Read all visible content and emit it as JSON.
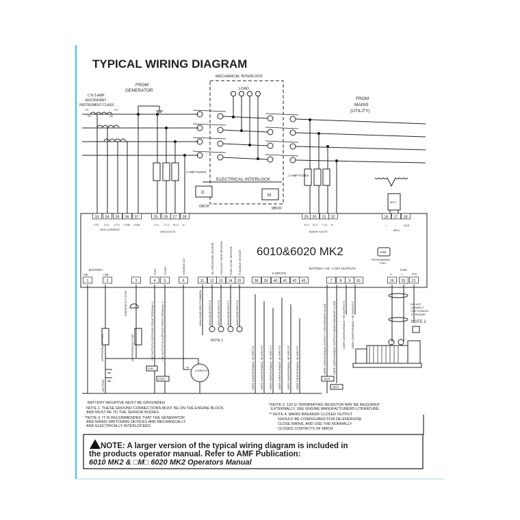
{
  "title": "TYPICAL WIRING DIAGRAM",
  "generator": {
    "from_line1": "FROM",
    "from_line2": "GENERATOR",
    "ct_line1": "CTs 5 AMP",
    "ct_line2": "SECONDARY",
    "ct_line3": "INSTRUMENT CLASS",
    "p1": "P1",
    "p2": "P2",
    "s1": "S1",
    "s2": "S2"
  },
  "interlock": {
    "mechanical": "MECHANICAL INTERLOCK",
    "load": "LOAD",
    "electrical": "ELECTRICAL INTERLOCK",
    "g": "G",
    "m": "M",
    "gbcr": "GBCR",
    "mbcr": "MBCR"
  },
  "mains": {
    "line1": "FROM",
    "line2": "MAINS",
    "line3": "(UTILITY)"
  },
  "fuses": {
    "gen": "2 AMP FUSES",
    "mains": "2 AMP FUSES"
  },
  "mpu": {
    "label": "MPU",
    "plus": "+",
    "minus": "-",
    "scr": "SCR"
  },
  "controller": {
    "model": "6010&6020 MK2",
    "usb": "USB",
    "port_line1": "PROGRAMMING",
    "port_line2": "PORT",
    "top_terminals": [
      "33",
      "34",
      "35",
      "36",
      "37",
      "25",
      "26",
      "27",
      "28",
      "29",
      "30",
      "31",
      "32",
      "16",
      "17",
      "18"
    ],
    "ct_terms": [
      "CT1",
      "CT2",
      "CT3",
      "COM",
      "COM"
    ],
    "gen_current": "GEN CURRENT",
    "gen_phase_terms": [
      "V L1",
      "V L2",
      "W L3",
      "N"
    ],
    "gen_volts": "GEN VOLTS",
    "mains_phase_terms": [
      "R L1",
      "S L2",
      "T L3",
      "N"
    ],
    "mains_volts": "MAINS VOLTS",
    "bottom_terminals": [
      "1",
      "2",
      "3",
      "4",
      "5",
      "6",
      "11",
      "12",
      "13",
      "14",
      "15",
      "38",
      "39",
      "40",
      "41",
      "42",
      "43",
      "7",
      "8",
      "9",
      "10",
      "19",
      "20",
      "21"
    ],
    "battery": "BATTERY",
    "neg": "-VE",
    "pos": "+VE",
    "fuel": "FUEL",
    "start": "START",
    "charge_alt": "CHARGE ALT",
    "oil_pressure": "OIL PRESSURE SENSOR",
    "coolant_temp": "COOLANT TEMP SENSOR",
    "fuel_level": "FUEL LEVEL SENSOR",
    "flexible": "FLEXIBLE SENSOR",
    "inputs": "6 INPUTS",
    "battery_pos": "BATTERY +VE",
    "fet_outputs": "4 FET OUTPUTS",
    "can": "CAN",
    "can_terms": [
      "H",
      "L",
      "SCR"
    ]
  },
  "lower": {
    "fuse1": "APPROPRIATE FUSE",
    "fuse2": "APPROPRIATE FUSE",
    "emergency_stop": "EMERGENCY STOP",
    "battery": "BATTERY",
    "out_a": "+VE OUTPUT A SUPPLIED FROM TERMINAL 3",
    "out_b": "+VE OUTPUT B SUPPLIED FROM TERMINAL 3",
    "fuel_box": "FUEL",
    "start_box": "START",
    "wl": "WL",
    "charge_alt": "CHARGE ALT",
    "analogue": [
      "ANALOGUE INPUT COMMON",
      "ANALOGUE INPUT A",
      "ANALOGUE INPUT B",
      "ANALOGUE INPUT C",
      "ANALOGUE INPUT D"
    ],
    "note1": "NOTE 1",
    "user_inputs": [
      "USER CONFIGURABLE -VE INPUT A",
      "USER CONFIGURABLE -VE INPUT B",
      "USER CONFIGURABLE -VE INPUT C",
      "USER CONFIGURABLE -VE INPUT D",
      "USER CONFIGURABLE -VE INPUT E",
      "USER CONFIGURABLE -VE INPUT F"
    ],
    "user_outputs": [
      "USER CONFIGURABLE OUTPUT C GEN BREAKER CLOSE",
      "USER CONFIGURABLE OUTPUT D MAINS BREAKER CLOSE",
      "USER CONFIGURABLE +VE OUTPUT E",
      "USER CONFIGURABLE +VE OUTPUT F"
    ],
    "gbcr": "GBCR",
    "mbcr": "MBCR",
    "screen_line1": "DO NOT",
    "screen_line2": "CONNECT",
    "screen_line3": "THE SCREEN",
    "screen_line4": "TO ENGINE",
    "note2": "NOTE 2"
  },
  "notes": {
    "ground": "BATTERY NEGATIVE MUST BE GROUNDED",
    "note1_a": "NOTE 1. THESE GROUND CONNECTIONS MUST BE ON THE ENGINE BLOCK,",
    "note1_b": "AND MUST BE TO THE SENSOR BODIES.",
    "note3_a": "*NOTE 3. IT IS RECOMMENDED THAT THE GENERATOR",
    "note3_b": "AND MAINS SWITCHING DEVICES ARE MECHANICALLY",
    "note3_c": "AND ELECTRICALLY INTERLOCKED.",
    "note2_a": "†NOTE 2. 120 Ω TERMINATING RESISTOR MAY BE REQUIRED",
    "note2_b": "EXTERNALLY, SEE ENGINE MANUFACTURERS LITERATURE.",
    "note4_a": "** NOTE 4. MAINS BREAKER CLOSED OUTPUT",
    "note4_b": "SHOULD BE CONFIGURED FOR DE-ENERGISE",
    "note4_c": "CLOSE MAINS, AND USE THE NORMALLY",
    "note4_d": "CLOSED CONTACTS OF MBCR"
  },
  "note_box": {
    "line1": "NOTE: A larger version of the typical wiring diagram is included in",
    "line2": "the products operator manual. Refer to AMF Publication:",
    "line3": "6010 MK2 & □M□ 6020 MK2 Operators Manual"
  },
  "colors": {
    "page_edge": "#3cc3e6",
    "ink": "#222222",
    "paper": "#ffffff"
  }
}
